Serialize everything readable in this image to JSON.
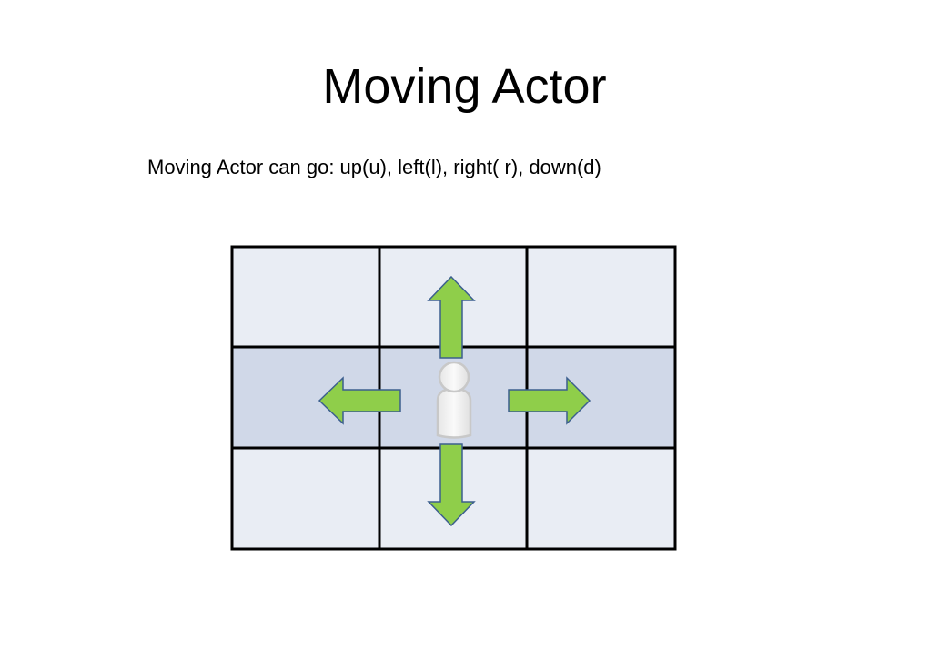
{
  "slide": {
    "title": "Moving Actor",
    "description": "Moving Actor can go: up(u), left(l), right( r), down(d)"
  },
  "grid": {
    "rows": 3,
    "columns": 3,
    "actor_cell": {
      "row": 2,
      "column": 2
    }
  },
  "directions": [
    {
      "name": "up",
      "key": "u"
    },
    {
      "name": "left",
      "key": "l"
    },
    {
      "name": "right",
      "key": "r"
    },
    {
      "name": "down",
      "key": "d"
    }
  ],
  "colors": {
    "cell_light": "#e9edf4",
    "cell_middle_row": "#d0d8e8",
    "grid_line": "#000000",
    "arrow_fill": "#8fce4a",
    "arrow_stroke": "#3c5f8e",
    "actor_fill": "#f2f2f2",
    "actor_stroke": "#c8c8c8"
  },
  "icons": {
    "actor": "person-icon",
    "arrows": [
      "arrow-up-icon",
      "arrow-left-icon",
      "arrow-right-icon",
      "arrow-down-icon"
    ]
  }
}
